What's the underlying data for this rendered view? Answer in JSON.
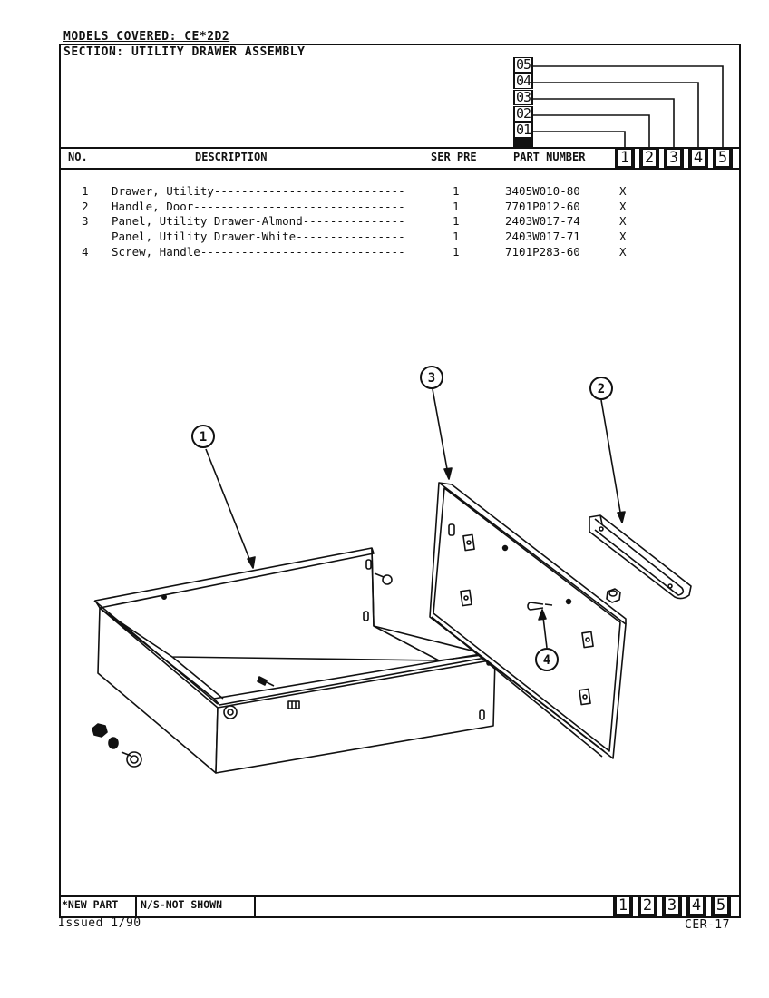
{
  "header": {
    "models_covered": "MODELS COVERED: CE*2D2",
    "section": "SECTION: UTILITY DRAWER ASSEMBLY"
  },
  "versions": [
    "05",
    "04",
    "03",
    "02",
    "01"
  ],
  "columns": {
    "no": "NO.",
    "description": "DESCRIPTION",
    "ser_pre": "SER PRE",
    "part_number": "PART NUMBER",
    "models": [
      "1",
      "2",
      "3",
      "4",
      "5"
    ]
  },
  "parts": [
    {
      "no": "1",
      "description": "Drawer, Utility----------------------------",
      "qty": "1",
      "part_number": "3405W010-80",
      "mark": "X"
    },
    {
      "no": "2",
      "description": "Handle, Door-------------------------------",
      "qty": "1",
      "part_number": "7701P012-60",
      "mark": "X"
    },
    {
      "no": "3",
      "description": "Panel, Utility Drawer-Almond---------------",
      "qty": "1",
      "part_number": "2403W017-74",
      "mark": "X"
    },
    {
      "no": "",
      "description": "Panel, Utility Drawer-White----------------",
      "qty": "1",
      "part_number": "2403W017-71",
      "mark": "X"
    },
    {
      "no": "4",
      "description": "Screw, Handle------------------------------",
      "qty": "1",
      "part_number": "7101P283-60",
      "mark": "X"
    }
  ],
  "callouts": [
    "1",
    "2",
    "3",
    "4"
  ],
  "footer": {
    "new_part": "*NEW PART",
    "not_shown": "N/S-NOT SHOWN",
    "models": [
      "1",
      "2",
      "3",
      "4",
      "5"
    ],
    "issued": "Issued 1/90",
    "page_code": "CER-17"
  }
}
